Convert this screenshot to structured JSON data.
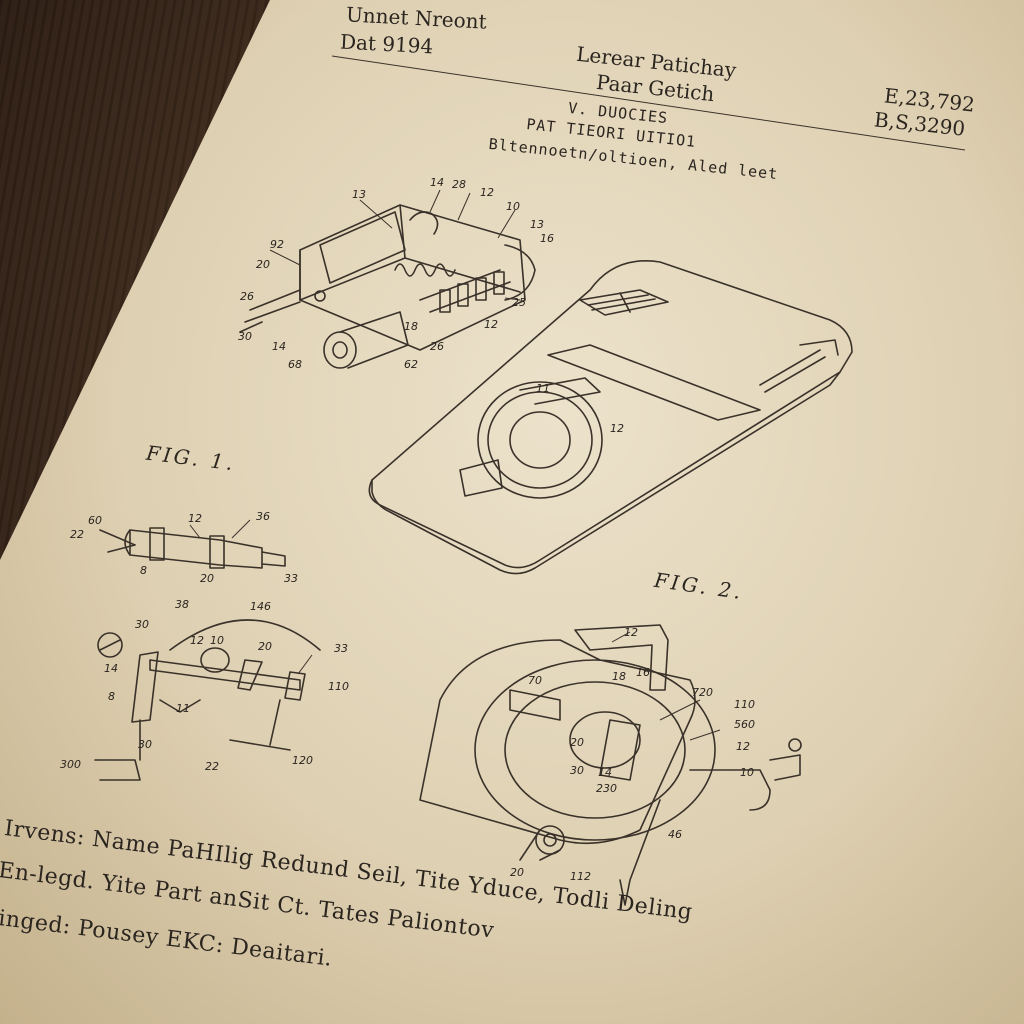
{
  "header": {
    "line1": "Unnet Nreont",
    "line2": "Dat 9194",
    "title_line1": "Lerear Patichay",
    "title_line2": "Paar Getich",
    "number1": "E,23,792",
    "number2": "B,S,3290",
    "sub1": "V. DUOCIES",
    "sub2": "PAT TIEORI UITIO1",
    "sub3": "Bltennoetn/oltioen, Aled leet"
  },
  "figures": {
    "fig1_label": "FIG. 1.",
    "fig2_label": "FIG. 2."
  },
  "reference_numerals": {
    "top_assembly": [
      "13",
      "14",
      "28",
      "12",
      "10",
      "13",
      "92",
      "16",
      "20",
      "26",
      "30",
      "14",
      "68",
      "18",
      "26",
      "12",
      "25",
      "62"
    ],
    "phone": [
      "11",
      "12"
    ],
    "fig1_upper": [
      "60",
      "22",
      "12",
      "36",
      "8",
      "20",
      "33"
    ],
    "fig1_lower": [
      "30",
      "38",
      "146",
      "12",
      "10",
      "20",
      "33",
      "14",
      "8",
      "11",
      "110",
      "30",
      "300",
      "22",
      "120"
    ],
    "fig2": [
      "12",
      "70",
      "18",
      "16",
      "720",
      "110",
      "560",
      "12",
      "20",
      "30",
      "14",
      "230",
      "10",
      "46",
      "20",
      "112"
    ]
  },
  "footer": {
    "line1": "Irvens: Name PaHIlig Redund Seil, Tite Yduce, Todli Deling",
    "line2": "En-legd. Yite Part anSit Ct. Tates Paliontov",
    "line3": "inged: Pousey EKC: Deaitari."
  }
}
